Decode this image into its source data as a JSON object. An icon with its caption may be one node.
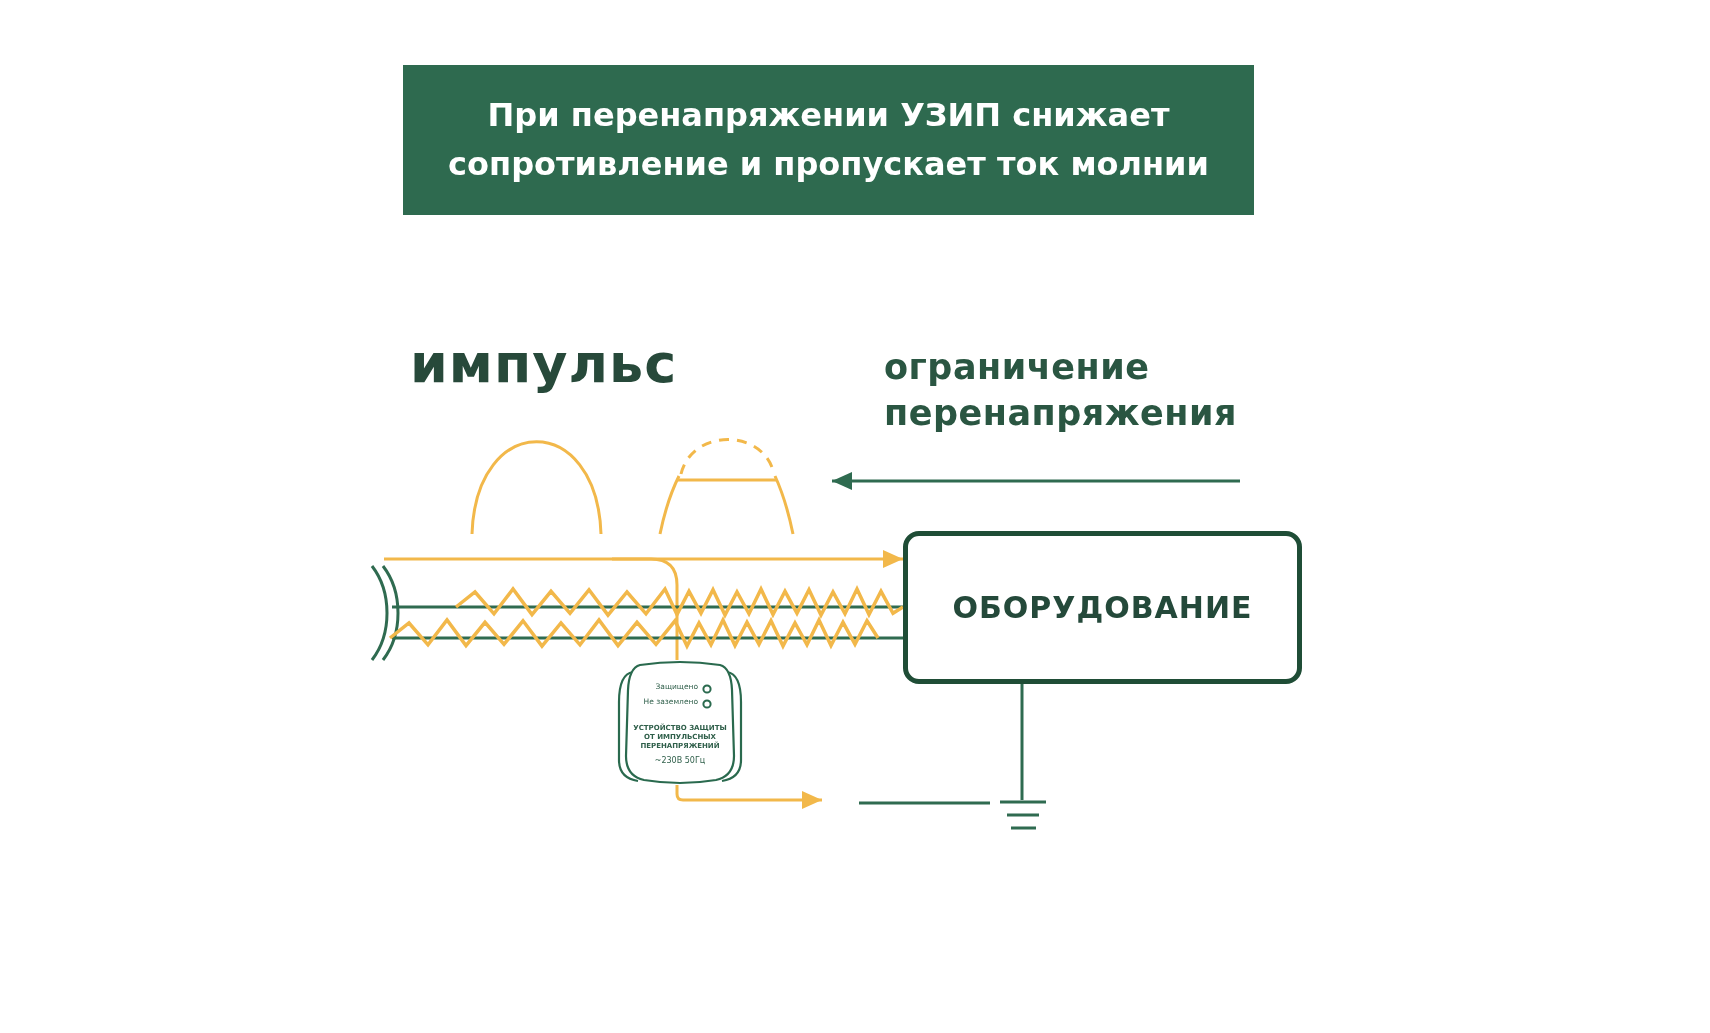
{
  "diagram": {
    "title": "При перенапряжении УЗИП снижает сопротивление и пропускает ток молнии",
    "nodes": [
      {
        "text": [
          "ОБОРУДОВАНИЕ"
        ]
      },
      {
        "text": [
          "Защищено",
          "Не заземлено",
          "УСТРОЙСТВО ЗАЩИТЫ ОТ ИМПУЛЬСНЫХ ПЕРЕНАПРЯЖЕНИЙ",
          "~230В 50Гц"
        ]
      },
      {
        "text": [],
        "shape": "ground"
      }
    ],
    "edges": [
      {
        "from": null,
        "to": 0,
        "arrow": "to",
        "color": "#f2b84a"
      },
      {
        "from": null,
        "to": 1,
        "arrow": "none",
        "color": "#f2b84a"
      },
      {
        "from": 1,
        "to": null,
        "arrow": "to",
        "color": "#f2b84a"
      },
      {
        "from": null,
        "to": 0,
        "arrow": "none",
        "color": "#2f6b50"
      },
      {
        "from": null,
        "to": 0,
        "arrow": "none",
        "color": "#2f6b50"
      },
      {
        "from": 0,
        "to": 2,
        "arrow": "none",
        "color": "#2f6b50"
      }
    ],
    "labels": [
      "импульс",
      "ограничение перенапряжения"
    ]
  }
}
